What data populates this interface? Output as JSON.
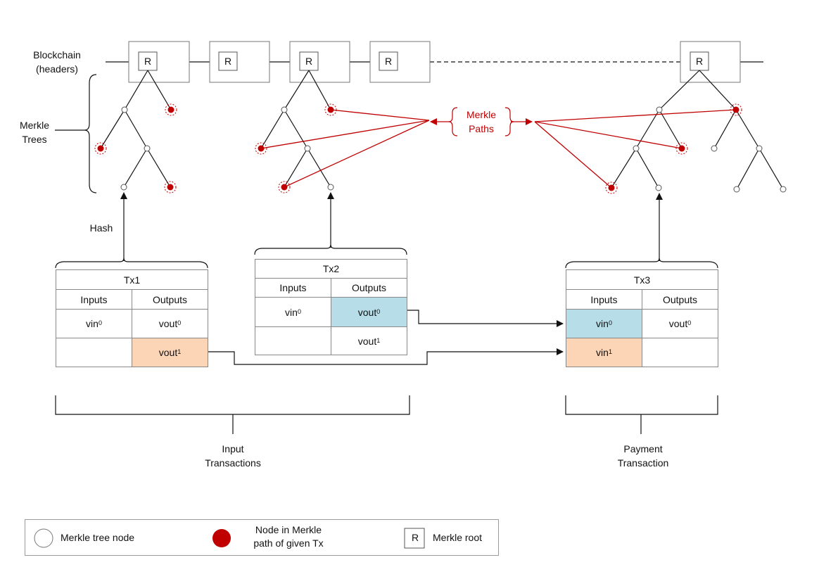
{
  "labels": {
    "blockchain": "Blockchain",
    "blockchain_sub": "(headers)",
    "merkle_trees_1": "Merkle",
    "merkle_trees_2": "Trees",
    "hash": "Hash",
    "merkle_paths_1": "Merkle",
    "merkle_paths_2": "Paths",
    "root_letter": "R",
    "input_tx_1": "Input",
    "input_tx_2": "Transactions",
    "payment_tx_1": "Payment",
    "payment_tx_2": "Transaction"
  },
  "transactions": {
    "tx1": {
      "title": "Tx1",
      "inputs": "Inputs",
      "outputs": "Outputs",
      "vin0": "vin",
      "vin0_sub": "0",
      "vout0": "vout",
      "vout0_sub": "0",
      "vout1": "vout",
      "vout1_sub": "1"
    },
    "tx2": {
      "title": "Tx2",
      "inputs": "Inputs",
      "outputs": "Outputs",
      "vin0": "vin",
      "vin0_sub": "0",
      "vout0": "vout",
      "vout0_sub": "0",
      "vout1": "vout",
      "vout1_sub": "1"
    },
    "tx3": {
      "title": "Tx3",
      "inputs": "Inputs",
      "outputs": "Outputs",
      "vin0": "vin",
      "vin0_sub": "0",
      "vin1": "vin",
      "vin1_sub": "1",
      "vout0": "vout",
      "vout0_sub": "0"
    }
  },
  "legend": {
    "node": "Merkle tree node",
    "path_node_1": "Node in Merkle",
    "path_node_2": "path of given Tx",
    "root_letter": "R",
    "root": "Merkle root"
  },
  "colors": {
    "path_red": "#c00000",
    "highlight_blue": "#b7dde8",
    "highlight_peach": "#fbd5b5"
  }
}
